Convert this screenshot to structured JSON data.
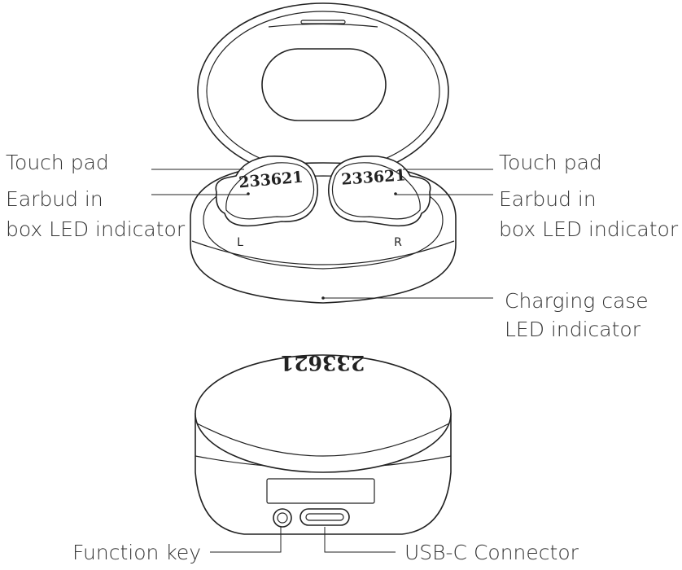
{
  "brand_mark": "233621",
  "top_view": {
    "labels": {
      "touch_pad_left": "Touch pad",
      "led_left_line1": "Earbud in",
      "led_left_line2": "box LED indicator",
      "touch_pad_right": "Touch pad",
      "led_right_line1": "Earbud in",
      "led_right_line2": "box LED indicator",
      "case_led_line1": "Charging case",
      "case_led_line2": "LED indicator"
    },
    "side_marks": {
      "left": "L",
      "right": "R"
    }
  },
  "bottom_view": {
    "labels": {
      "function_key": "Function key",
      "usb_c": "USB-C Connector"
    }
  }
}
